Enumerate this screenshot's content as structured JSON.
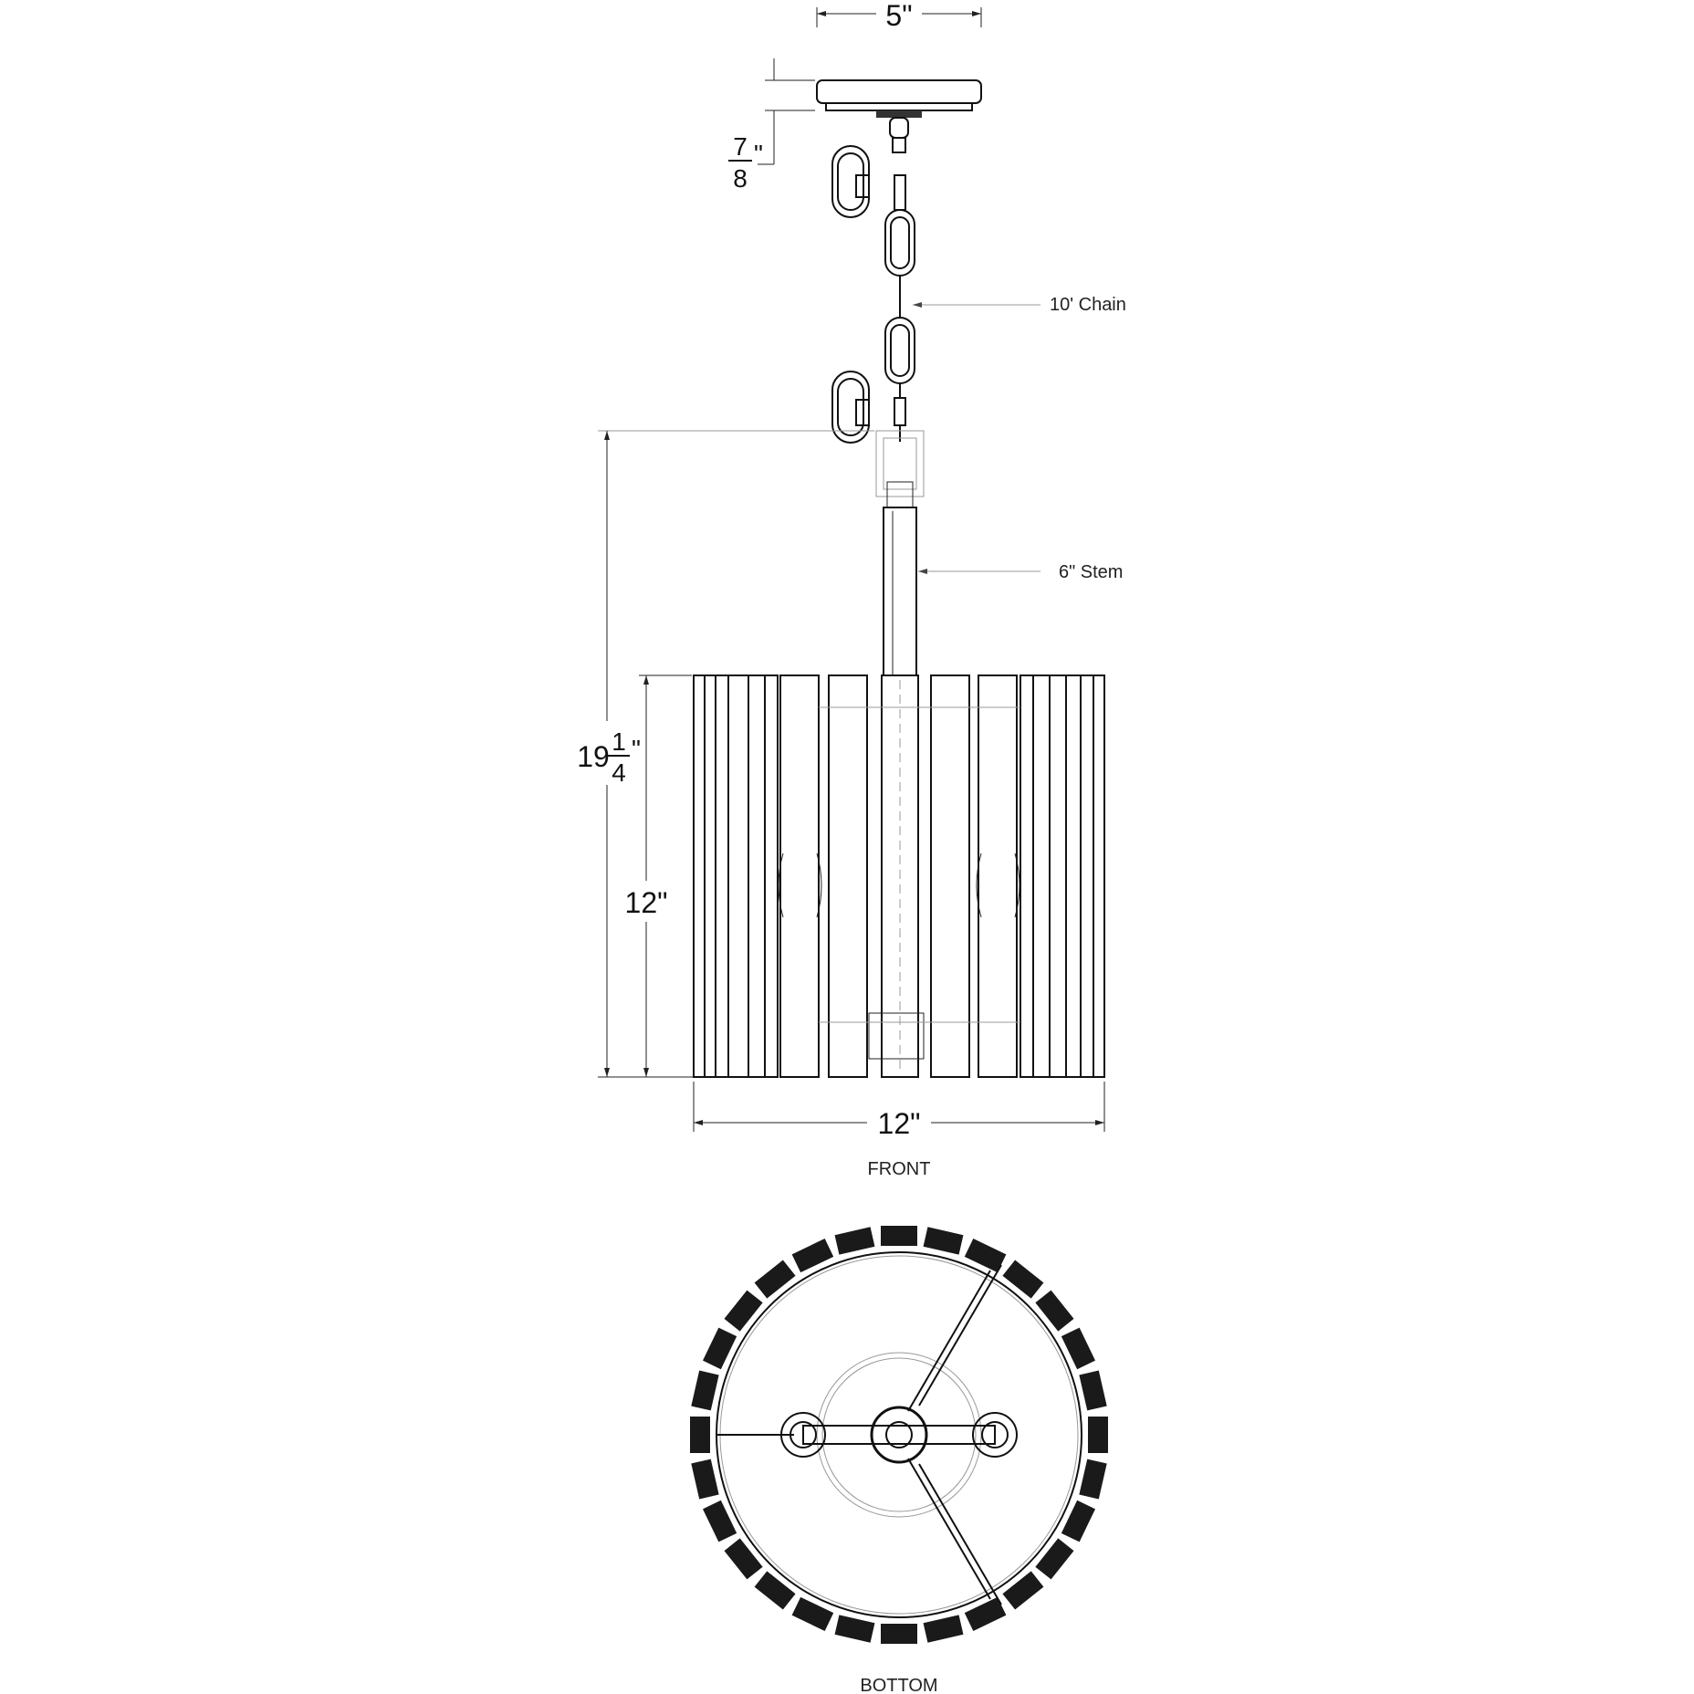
{
  "dimensions": {
    "canopy_width": "5\"",
    "canopy_height_num": "7",
    "canopy_height_den": "8",
    "canopy_height_mark": "\"",
    "overall_height_whole": "19",
    "overall_height_num": "1",
    "overall_height_den": "4",
    "overall_height_mark": "\"",
    "shade_height": "12\"",
    "shade_width": "12\""
  },
  "callouts": {
    "chain": "10' Chain",
    "stem": "6\" Stem"
  },
  "views": {
    "front": "FRONT",
    "bottom": "BOTTOM"
  },
  "bottom_view": {
    "slat_count": 28,
    "arm_count": 3,
    "socket_count": 2
  },
  "colors": {
    "line": "#111111",
    "slat_fill": "#1a1a1a",
    "background": "#ffffff"
  }
}
